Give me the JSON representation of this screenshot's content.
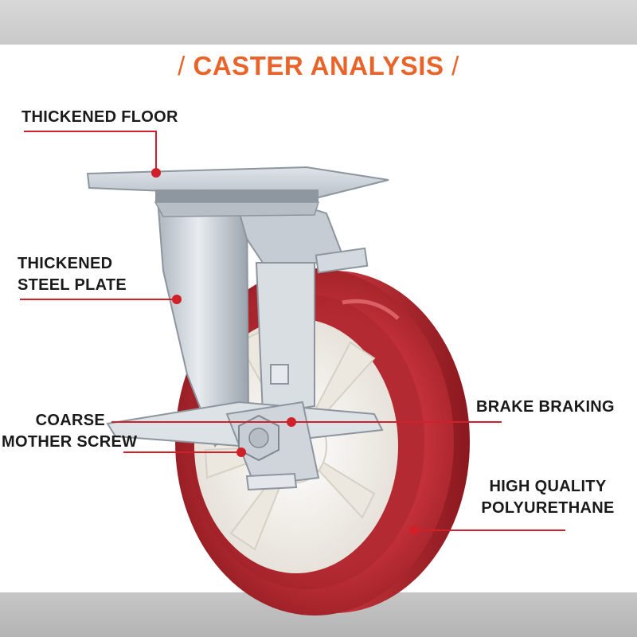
{
  "title": "CASTER ANALYSIS",
  "labels": {
    "thickened_floor": "THICKENED FLOOR",
    "steel_plate_line1": "THICKENED",
    "steel_plate_line2": "STEEL PLATE",
    "screw_line1": "COARSE",
    "screw_line2": "MOTHER SCREW",
    "brake": "BRAKE BRAKING",
    "pu_line1": "HIGH QUALITY",
    "pu_line2": "POLYURETHANE"
  },
  "colors": {
    "title": "#e8642a",
    "callout": "#d0202a",
    "wheel_tread": "#b0242c",
    "wheel_hub": "#f4f2ee",
    "steel": "#c9cfd6"
  }
}
